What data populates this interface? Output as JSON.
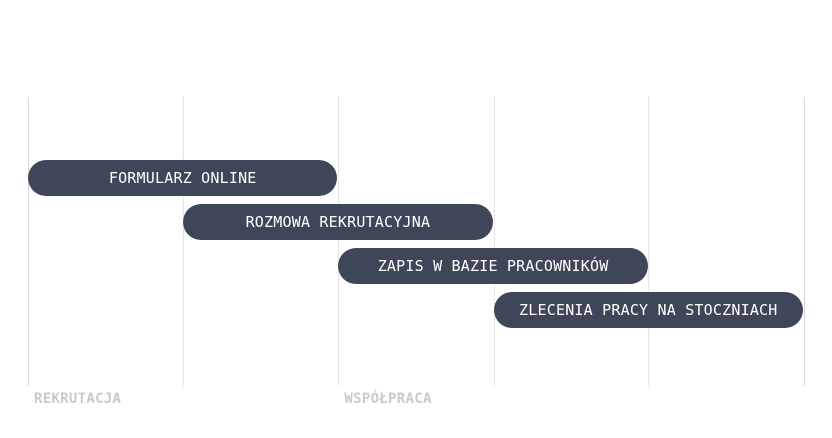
{
  "tasks": [
    {
      "label": "FORMULARZ ONLINE",
      "start": 0,
      "end": 2
    },
    {
      "label": "ROZMOWA REKRUTACYJNA",
      "start": 1,
      "end": 3
    },
    {
      "label": "ZAPIS W BAZIE PRACOWNIKÓW",
      "start": 2,
      "end": 4
    },
    {
      "label": "ZLECENIA PRACY NA STOCZNIACH",
      "start": 3,
      "end": 5
    }
  ],
  "phases": [
    {
      "label": "REKRUTACJA",
      "start": 0
    },
    {
      "label": "WSPÓŁPRACA",
      "start": 2
    }
  ],
  "colors": {
    "bar": "#3f4659",
    "bar_text": "#ffffff",
    "phase_text": "#c3cbd3",
    "grid": "#c9ccd1"
  }
}
